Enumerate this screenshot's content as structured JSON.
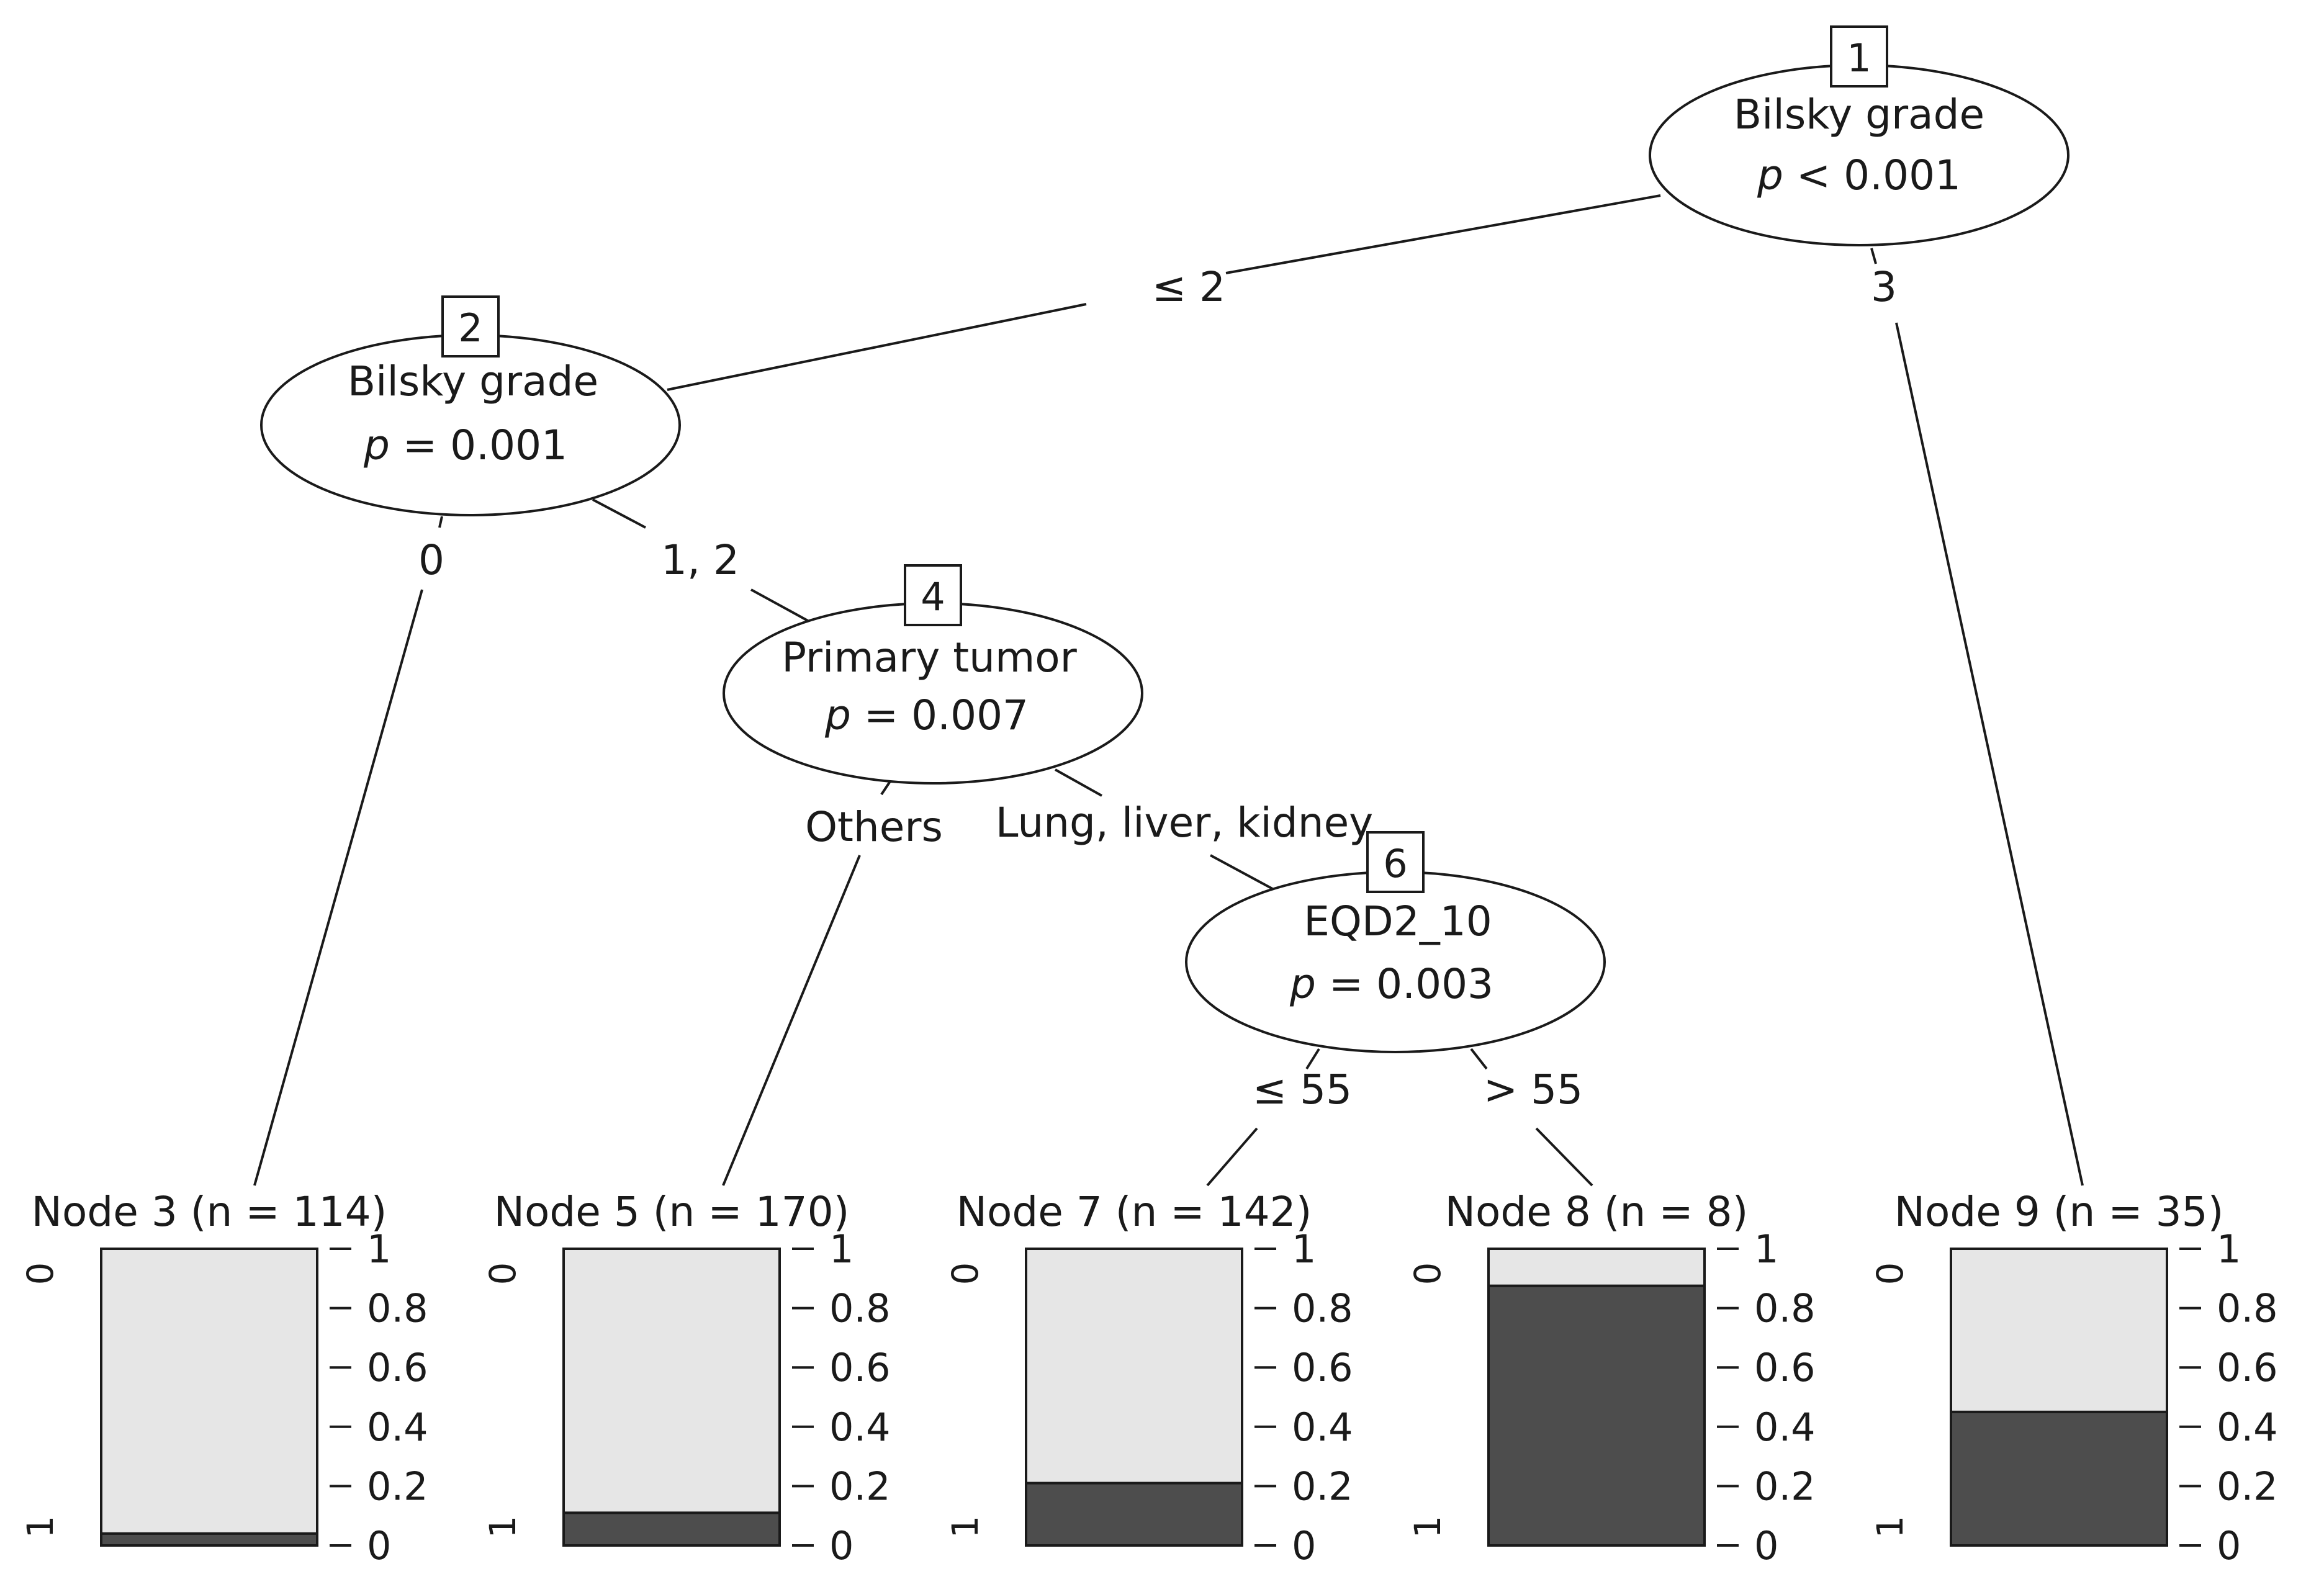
{
  "colors": {
    "bar_0": "#e6e6e6",
    "bar_1": "#4d4d4d",
    "line": "#1a1a1a",
    "background": "#ffffff"
  },
  "inner_nodes": [
    {
      "id": "1",
      "variable": "Bilsky grade",
      "p_symbol": "p",
      "p_text": "< 0.001"
    },
    {
      "id": "2",
      "variable": "Bilsky grade",
      "p_symbol": "p",
      "p_text": "= 0.001"
    },
    {
      "id": "4",
      "variable": "Primary tumor",
      "p_symbol": "p",
      "p_text": "= 0.007"
    },
    {
      "id": "6",
      "variable": "EQD2_10",
      "p_symbol": "p",
      "p_text": "= 0.003"
    }
  ],
  "edges": [
    {
      "from": "1",
      "to": "2",
      "label": "≤  2"
    },
    {
      "from": "1",
      "to": "9",
      "label": "3"
    },
    {
      "from": "2",
      "to": "3",
      "label": "0"
    },
    {
      "from": "2",
      "to": "4",
      "label": "1, 2"
    },
    {
      "from": "4",
      "to": "5",
      "label": "Others"
    },
    {
      "from": "4",
      "to": "6",
      "label": "Lung, liver, kidney"
    },
    {
      "from": "6",
      "to": "7",
      "label": "≤  55"
    },
    {
      "from": "6",
      "to": "8",
      "label": ">  55"
    }
  ],
  "leaves": [
    {
      "node": "3",
      "title": "Node 3 (n = 114)",
      "n": 114,
      "prop_1": 0.04
    },
    {
      "node": "5",
      "title": "Node 5 (n = 170)",
      "n": 170,
      "prop_1": 0.11
    },
    {
      "node": "7",
      "title": "Node 7 (n = 142)",
      "n": 142,
      "prop_1": 0.21
    },
    {
      "node": "8",
      "title": "Node 8 (n = 8)",
      "n": 8,
      "prop_1": 0.875
    },
    {
      "node": "9",
      "title": "Node 9 (n = 35)",
      "n": 35,
      "prop_1": 0.45
    }
  ],
  "leaf_axis": {
    "ticks": [
      "0",
      "0.2",
      "0.4",
      "0.6",
      "0.8",
      "1"
    ],
    "class_top": "0",
    "class_bottom": "1"
  }
}
